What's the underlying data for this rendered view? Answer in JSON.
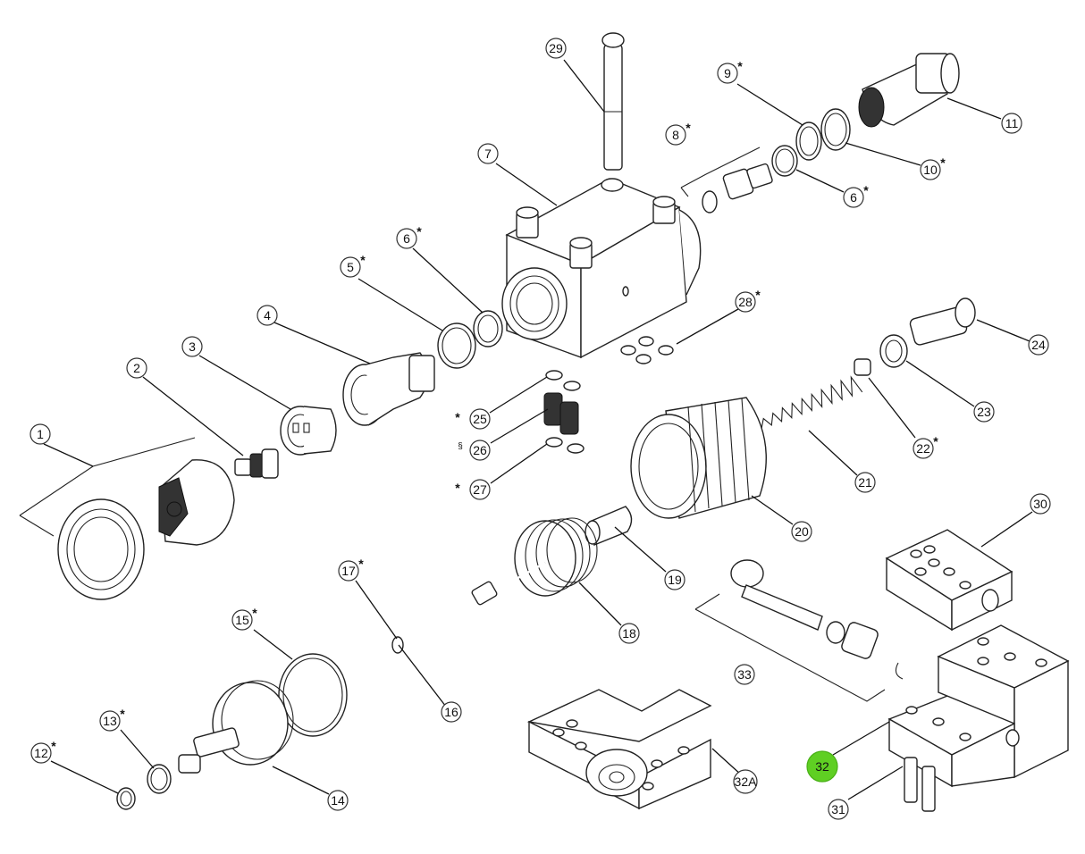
{
  "highlight_color": "#5fcf23",
  "callouts": [
    {
      "id": "1",
      "mark": ""
    },
    {
      "id": "2",
      "mark": ""
    },
    {
      "id": "3",
      "mark": ""
    },
    {
      "id": "4",
      "mark": ""
    },
    {
      "id": "5",
      "mark": "*"
    },
    {
      "id": "6",
      "mark": "*"
    },
    {
      "id": "7",
      "mark": ""
    },
    {
      "id": "8",
      "mark": "*"
    },
    {
      "id": "9",
      "mark": "*"
    },
    {
      "id": "10",
      "mark": "*"
    },
    {
      "id": "11",
      "mark": ""
    },
    {
      "id": "6",
      "mark": "*"
    },
    {
      "id": "12",
      "mark": "*"
    },
    {
      "id": "13",
      "mark": "*"
    },
    {
      "id": "14",
      "mark": ""
    },
    {
      "id": "15",
      "mark": "*"
    },
    {
      "id": "16",
      "mark": ""
    },
    {
      "id": "17",
      "mark": "*"
    },
    {
      "id": "18",
      "mark": ""
    },
    {
      "id": "19",
      "mark": ""
    },
    {
      "id": "20",
      "mark": ""
    },
    {
      "id": "21",
      "mark": ""
    },
    {
      "id": "22",
      "mark": "*"
    },
    {
      "id": "23",
      "mark": ""
    },
    {
      "id": "24",
      "mark": ""
    },
    {
      "id": "25",
      "mark": "*"
    },
    {
      "id": "26",
      "mark": "§"
    },
    {
      "id": "27",
      "mark": "*"
    },
    {
      "id": "28",
      "mark": "*"
    },
    {
      "id": "29",
      "mark": ""
    },
    {
      "id": "30",
      "mark": ""
    },
    {
      "id": "31",
      "mark": ""
    },
    {
      "id": "32",
      "mark": "",
      "highlighted": true
    },
    {
      "id": "32A",
      "mark": ""
    },
    {
      "id": "33",
      "mark": ""
    }
  ]
}
